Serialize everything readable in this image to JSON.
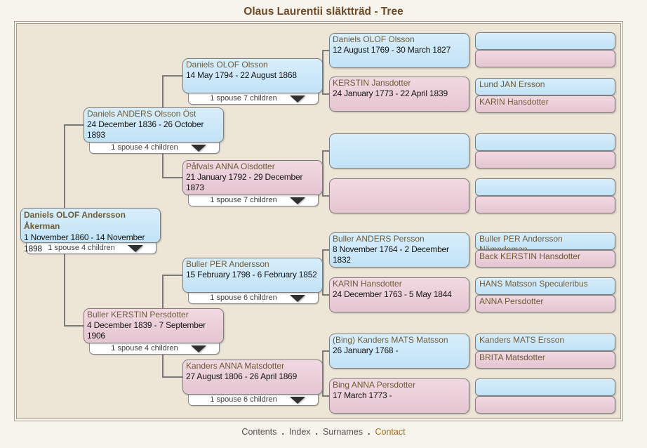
{
  "header": {
    "title": "Olaus Laurentii släktträd - Tree"
  },
  "persons": {
    "g1": {
      "name": "Daniels OLOF Andersson Åkerman",
      "dates": "1 November 1860 - 14 November 1898",
      "expander": "1 spouse 4 children"
    },
    "g2a": {
      "name": "Daniels ANDERS Olsson Öst",
      "dates": "24 December 1836 - 26 October 1893",
      "expander": "1 spouse 4 children"
    },
    "g2b": {
      "name": "Buller KERSTIN Persdotter",
      "dates": "4 December 1839 - 7 September 1906",
      "expander": "1 spouse 4 children"
    },
    "g3a": {
      "name": "Daniels OLOF Olsson",
      "dates": "14 May 1794 - 22 August 1868",
      "expander": "1 spouse 7 children"
    },
    "g3b": {
      "name": "Påfvals ANNA Olsdotter",
      "dates": "21 January 1792 - 29 December 1873",
      "expander": "1 spouse 7 children"
    },
    "g3c": {
      "name": "Buller PER Andersson",
      "dates": "15 February 1798 - 6 February 1852",
      "expander": "1 spouse 6 children"
    },
    "g3d": {
      "name": "Kanders ANNA Matsdotter",
      "dates": "27 August 1806 - 26 April 1869",
      "expander": "1 spouse 6 children"
    },
    "g4a": {
      "name": "Daniels OLOF Olsson",
      "dates": "12 August 1769 - 30 March 1827"
    },
    "g4b": {
      "name": "KERSTIN Jansdotter",
      "dates": "24 January 1773 - 22 April 1839"
    },
    "g4e": {
      "name": "Buller ANDERS Persson",
      "dates": "8 November 1764 - 2 December 1832"
    },
    "g4f": {
      "name": "KARIN Hansdotter",
      "dates": "24 December 1763 - 5 May 1844"
    },
    "g4g": {
      "name": "(Bing) Kanders MATS Matsson",
      "dates": "26 January 1768 -"
    },
    "g4h": {
      "name": "Bing ANNA Persdotter",
      "dates": "17 March 1773 -"
    },
    "g5c": {
      "name": "Lund JAN Ersson"
    },
    "g5d": {
      "name": "KARIN Hansdotter"
    },
    "g5i": {
      "name": "Buller PER Andersson Nämndeman"
    },
    "g5j": {
      "name": "Back KERSTIN Hansdotter"
    },
    "g5k": {
      "name": "HANS Matsson Speculeribus"
    },
    "g5l": {
      "name": "ANNA Persdotter"
    },
    "g5m": {
      "name": "Kanders MATS Ersson"
    },
    "g5n": {
      "name": "BRITA Matsdotter"
    }
  },
  "footer": {
    "links": [
      "Contents",
      "Index",
      "Surnames",
      "Contact"
    ],
    "separator": "."
  },
  "colors": {
    "male_box": "#cde8f8",
    "female_box": "#eed4de",
    "container_bg": "#ede5d6",
    "name_text": "#6e5b36",
    "title_text": "#6f4a24",
    "link_text": "#57514a",
    "contact_link_text": "#a2701e",
    "connector_line": "#7a7a7a"
  }
}
